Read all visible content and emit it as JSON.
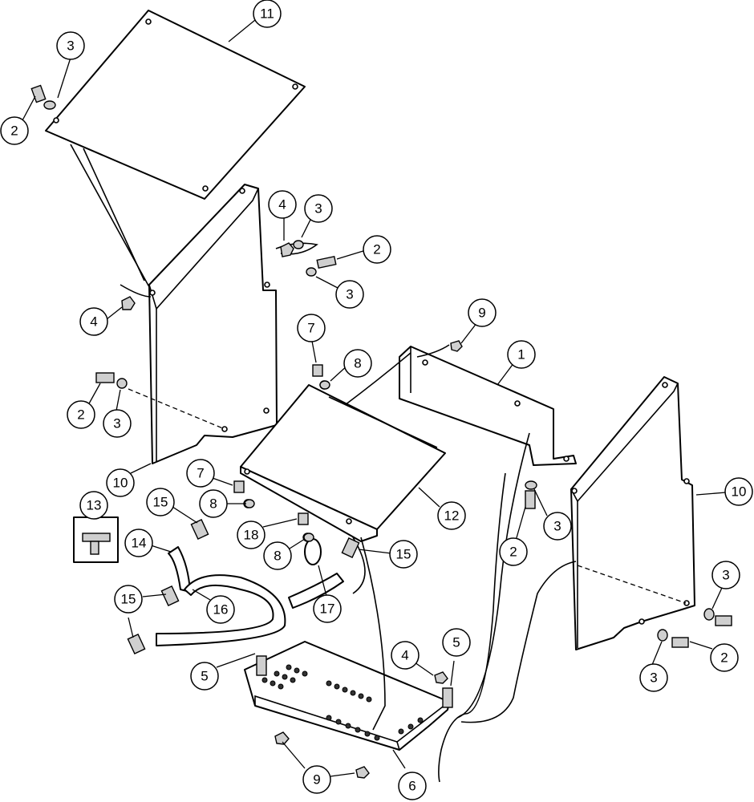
{
  "diagram": {
    "callouts": [
      {
        "id": "c11",
        "label": "11"
      },
      {
        "id": "c3a",
        "label": "3"
      },
      {
        "id": "c2a",
        "label": "2"
      },
      {
        "id": "c4a",
        "label": "4"
      },
      {
        "id": "c3b",
        "label": "3"
      },
      {
        "id": "c2b",
        "label": "2"
      },
      {
        "id": "c3c",
        "label": "3"
      },
      {
        "id": "c4b",
        "label": "4"
      },
      {
        "id": "c7a",
        "label": "7"
      },
      {
        "id": "c8a",
        "label": "8"
      },
      {
        "id": "c9a",
        "label": "9"
      },
      {
        "id": "c1",
        "label": "1"
      },
      {
        "id": "c2c",
        "label": "2"
      },
      {
        "id": "c3d",
        "label": "3"
      },
      {
        "id": "c10a",
        "label": "10"
      },
      {
        "id": "c13",
        "label": "13"
      },
      {
        "id": "c7b",
        "label": "7"
      },
      {
        "id": "c15a",
        "label": "15"
      },
      {
        "id": "c8b",
        "label": "8"
      },
      {
        "id": "c12",
        "label": "12"
      },
      {
        "id": "c10b",
        "label": "10"
      },
      {
        "id": "c3e",
        "label": "3"
      },
      {
        "id": "c2d",
        "label": "2"
      },
      {
        "id": "c14",
        "label": "14"
      },
      {
        "id": "c18",
        "label": "18"
      },
      {
        "id": "c8c",
        "label": "8"
      },
      {
        "id": "c15b",
        "label": "15"
      },
      {
        "id": "c15c",
        "label": "15"
      },
      {
        "id": "c16",
        "label": "16"
      },
      {
        "id": "c17",
        "label": "17"
      },
      {
        "id": "c3f",
        "label": "3"
      },
      {
        "id": "c2e",
        "label": "2"
      },
      {
        "id": "c3g",
        "label": "3"
      },
      {
        "id": "c5a",
        "label": "5"
      },
      {
        "id": "c4c",
        "label": "4"
      },
      {
        "id": "c5b",
        "label": "5"
      },
      {
        "id": "c9b",
        "label": "9"
      },
      {
        "id": "c6",
        "label": "6"
      }
    ]
  }
}
